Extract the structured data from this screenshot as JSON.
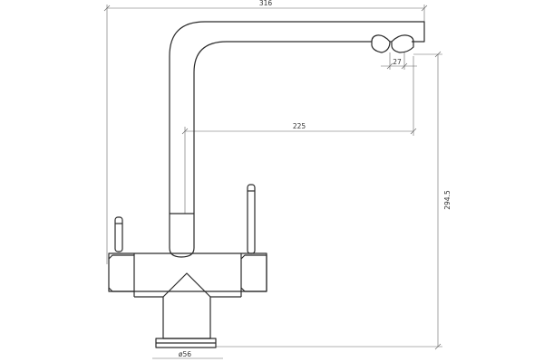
{
  "drawing": {
    "dimensions": {
      "overall_width": "316",
      "spout_reach": "225",
      "outlet_spacing": "27",
      "overall_height": "294.5",
      "base_diameter": "ø56"
    },
    "colors": {
      "line": "#2a2a2a",
      "dimension_line": "#666666",
      "background": "#ffffff"
    }
  }
}
